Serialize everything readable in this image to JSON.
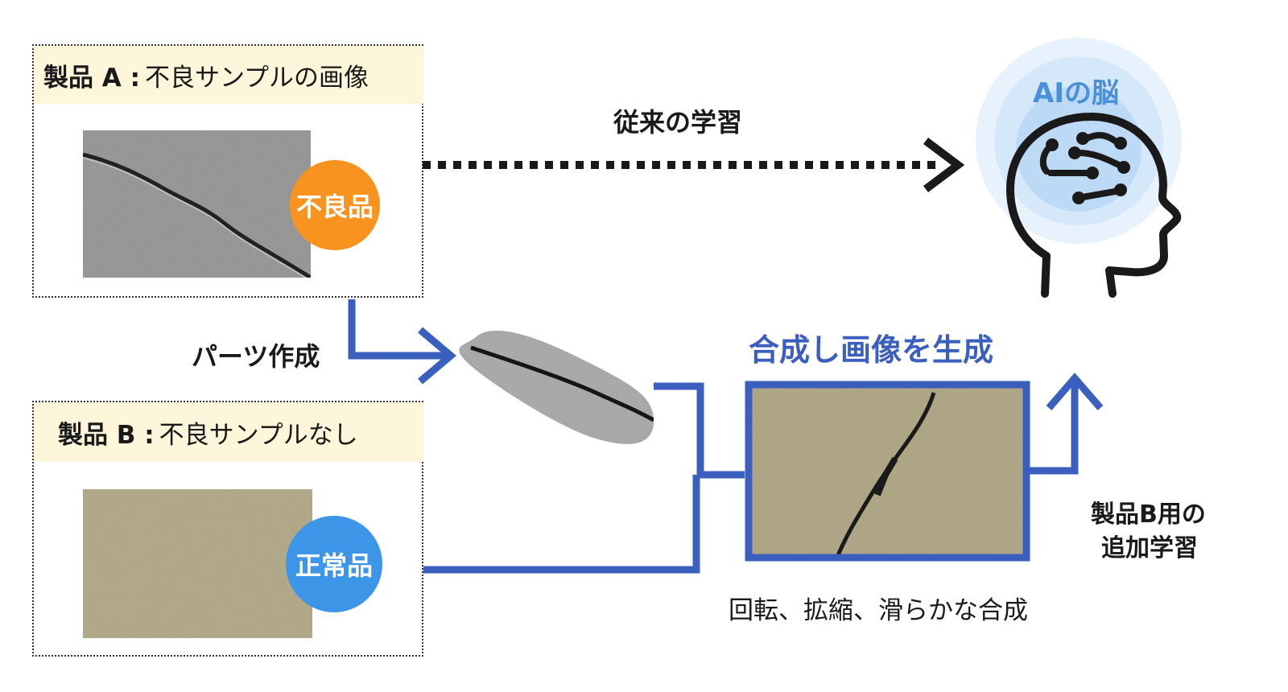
{
  "product_a": {
    "name": "製品 A :",
    "caption": "不良サンプルの画像",
    "badge": "不良品",
    "badge_color": "#f7931e"
  },
  "product_b": {
    "name": "製品 B :",
    "caption": "不良サンプルなし",
    "badge": "正常品",
    "badge_color": "#3d95e8"
  },
  "labels": {
    "conventional": "従来の学習",
    "parts": "パーツ作成",
    "generate": "合成し画像を生成",
    "operations": "回転、拡縮、滑らかな合成",
    "additional_line1": "製品B用の",
    "additional_line2": "追加学習",
    "ai_brain": "AIの脳"
  },
  "colors": {
    "flow_blue": "#3a5fbf",
    "dark": "#1a1a1a",
    "ai_text": "#4a90d9",
    "header_bg": "#fdf6da"
  }
}
